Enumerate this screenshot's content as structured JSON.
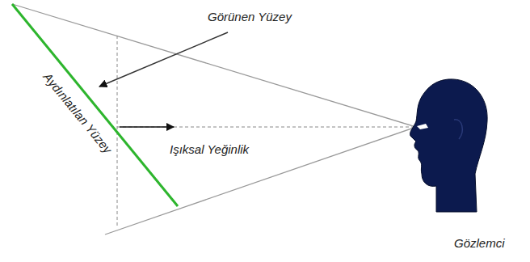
{
  "diagram": {
    "labels": [
      "Görünen Yüzey",
      "Aydınlatılan Yüzey",
      "Işıksal Yeğinlik",
      "Gözlemci"
    ]
  }
}
